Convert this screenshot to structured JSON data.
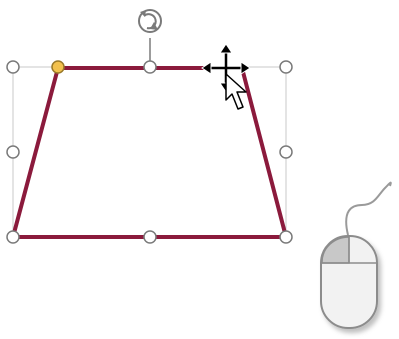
{
  "scene": {
    "shape": {
      "kind": "trapezoid",
      "stroke_color": "#8b1a3c",
      "fill_color": "none",
      "state": "selected"
    },
    "selection": {
      "frame_color": "#c8c8c8",
      "handle_fill": "#ffffff",
      "handle_stroke": "#7a7a7a",
      "adjust_handle_fill": "#f2c14e",
      "adjust_handle_stroke": "#9a7a2a"
    },
    "icons": {
      "rotate": "rotate-icon",
      "move_cursor": "move-cursor-icon",
      "pointer_cursor": "arrow-pointer-icon",
      "mouse": "mouse-icon"
    },
    "mouse": {
      "body_color": "#f2f2f2",
      "outline_color": "#8c8c8c",
      "left_button_pressed_color": "#c8c8c8",
      "cord_color": "#9a9a9a"
    }
  }
}
